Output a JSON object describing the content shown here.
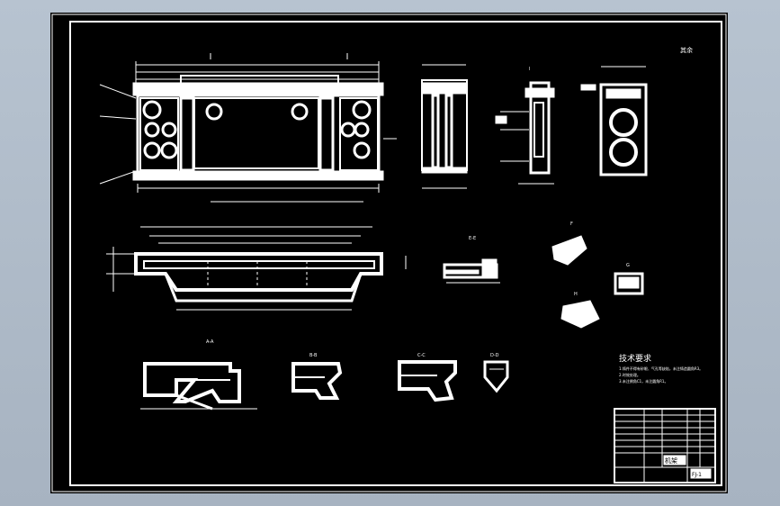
{
  "drawing": {
    "roughness_mark": "其余",
    "section_labels": [
      "A-A",
      "B-B",
      "C-C",
      "D-D",
      "E-E",
      "F",
      "G",
      "H",
      "I"
    ],
    "notes": {
      "title": "技术要求",
      "lines": [
        "1.铸件不得有砂眼、气孔等缺陷，未注铸造圆角R3。",
        "2.时效处理。",
        "3.未注倒角C1，未注圆角R1。"
      ]
    },
    "title_block": {
      "part_name": "机架",
      "drawing_no": "FJ-1"
    },
    "colors": {
      "background": "#000000",
      "lines": "#ffffff",
      "surround": "#b0bcc9"
    }
  }
}
